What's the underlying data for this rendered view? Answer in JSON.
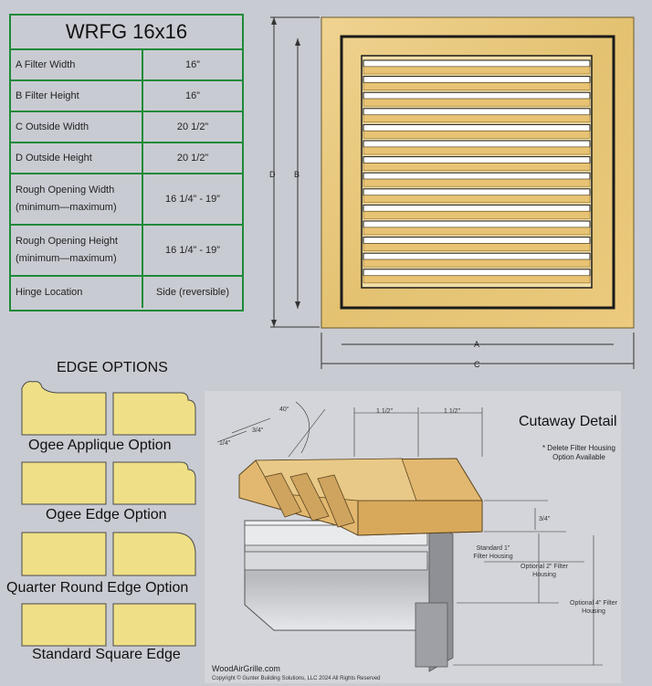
{
  "spec": {
    "title": "WRFG 16x16",
    "rows": [
      {
        "label": "A  Filter Width",
        "value": "16”"
      },
      {
        "label": "B  Filter Height",
        "value": "16”"
      },
      {
        "label": "C   Outside Width",
        "value": "20 1/2”"
      },
      {
        "label": "D  Outside Height",
        "value": "20 1/2”"
      },
      {
        "label": "Rough Opening Width\n(minimum—maximum)",
        "value": "16 1/4” - 19”"
      },
      {
        "label": "Rough Opening Height\n(minimum—maximum)",
        "value": "16 1/4” - 19”"
      },
      {
        "label": "Hinge Location",
        "value": "Side (reversible)"
      }
    ]
  },
  "dims": {
    "A": "A",
    "B": "B",
    "C": "C",
    "D": "D"
  },
  "edge": {
    "title": "EDGE OPTIONS",
    "options": [
      "Ogee Applique Option",
      "Ogee Edge Option",
      "Quarter Round Edge Option",
      "Standard Square Edge"
    ]
  },
  "cutaway": {
    "title": "Cutaway Detail",
    "note": "* Delete Filter Housing Option Available",
    "angle": "40°",
    "d1": "1 1/2\"",
    "d2": "1 1/2\"",
    "d34a": "3/4\"",
    "d14": "1/4\"",
    "d34b": "3/4\"",
    "h1": "Standard 1\" Filter Housing",
    "h2": "Optional 2\" Filter Housing",
    "h4": "Optional 4\" Filter Housing"
  },
  "footer": {
    "site": "WoodAirGrille.com",
    "copyright": "Copyright ©  Gunter Building Solutions, LLC 2024 All Rights Reserved"
  },
  "colors": {
    "wood": "#e8c77a",
    "frame": "#1f8a3a",
    "bg": "#c9cbd2"
  }
}
